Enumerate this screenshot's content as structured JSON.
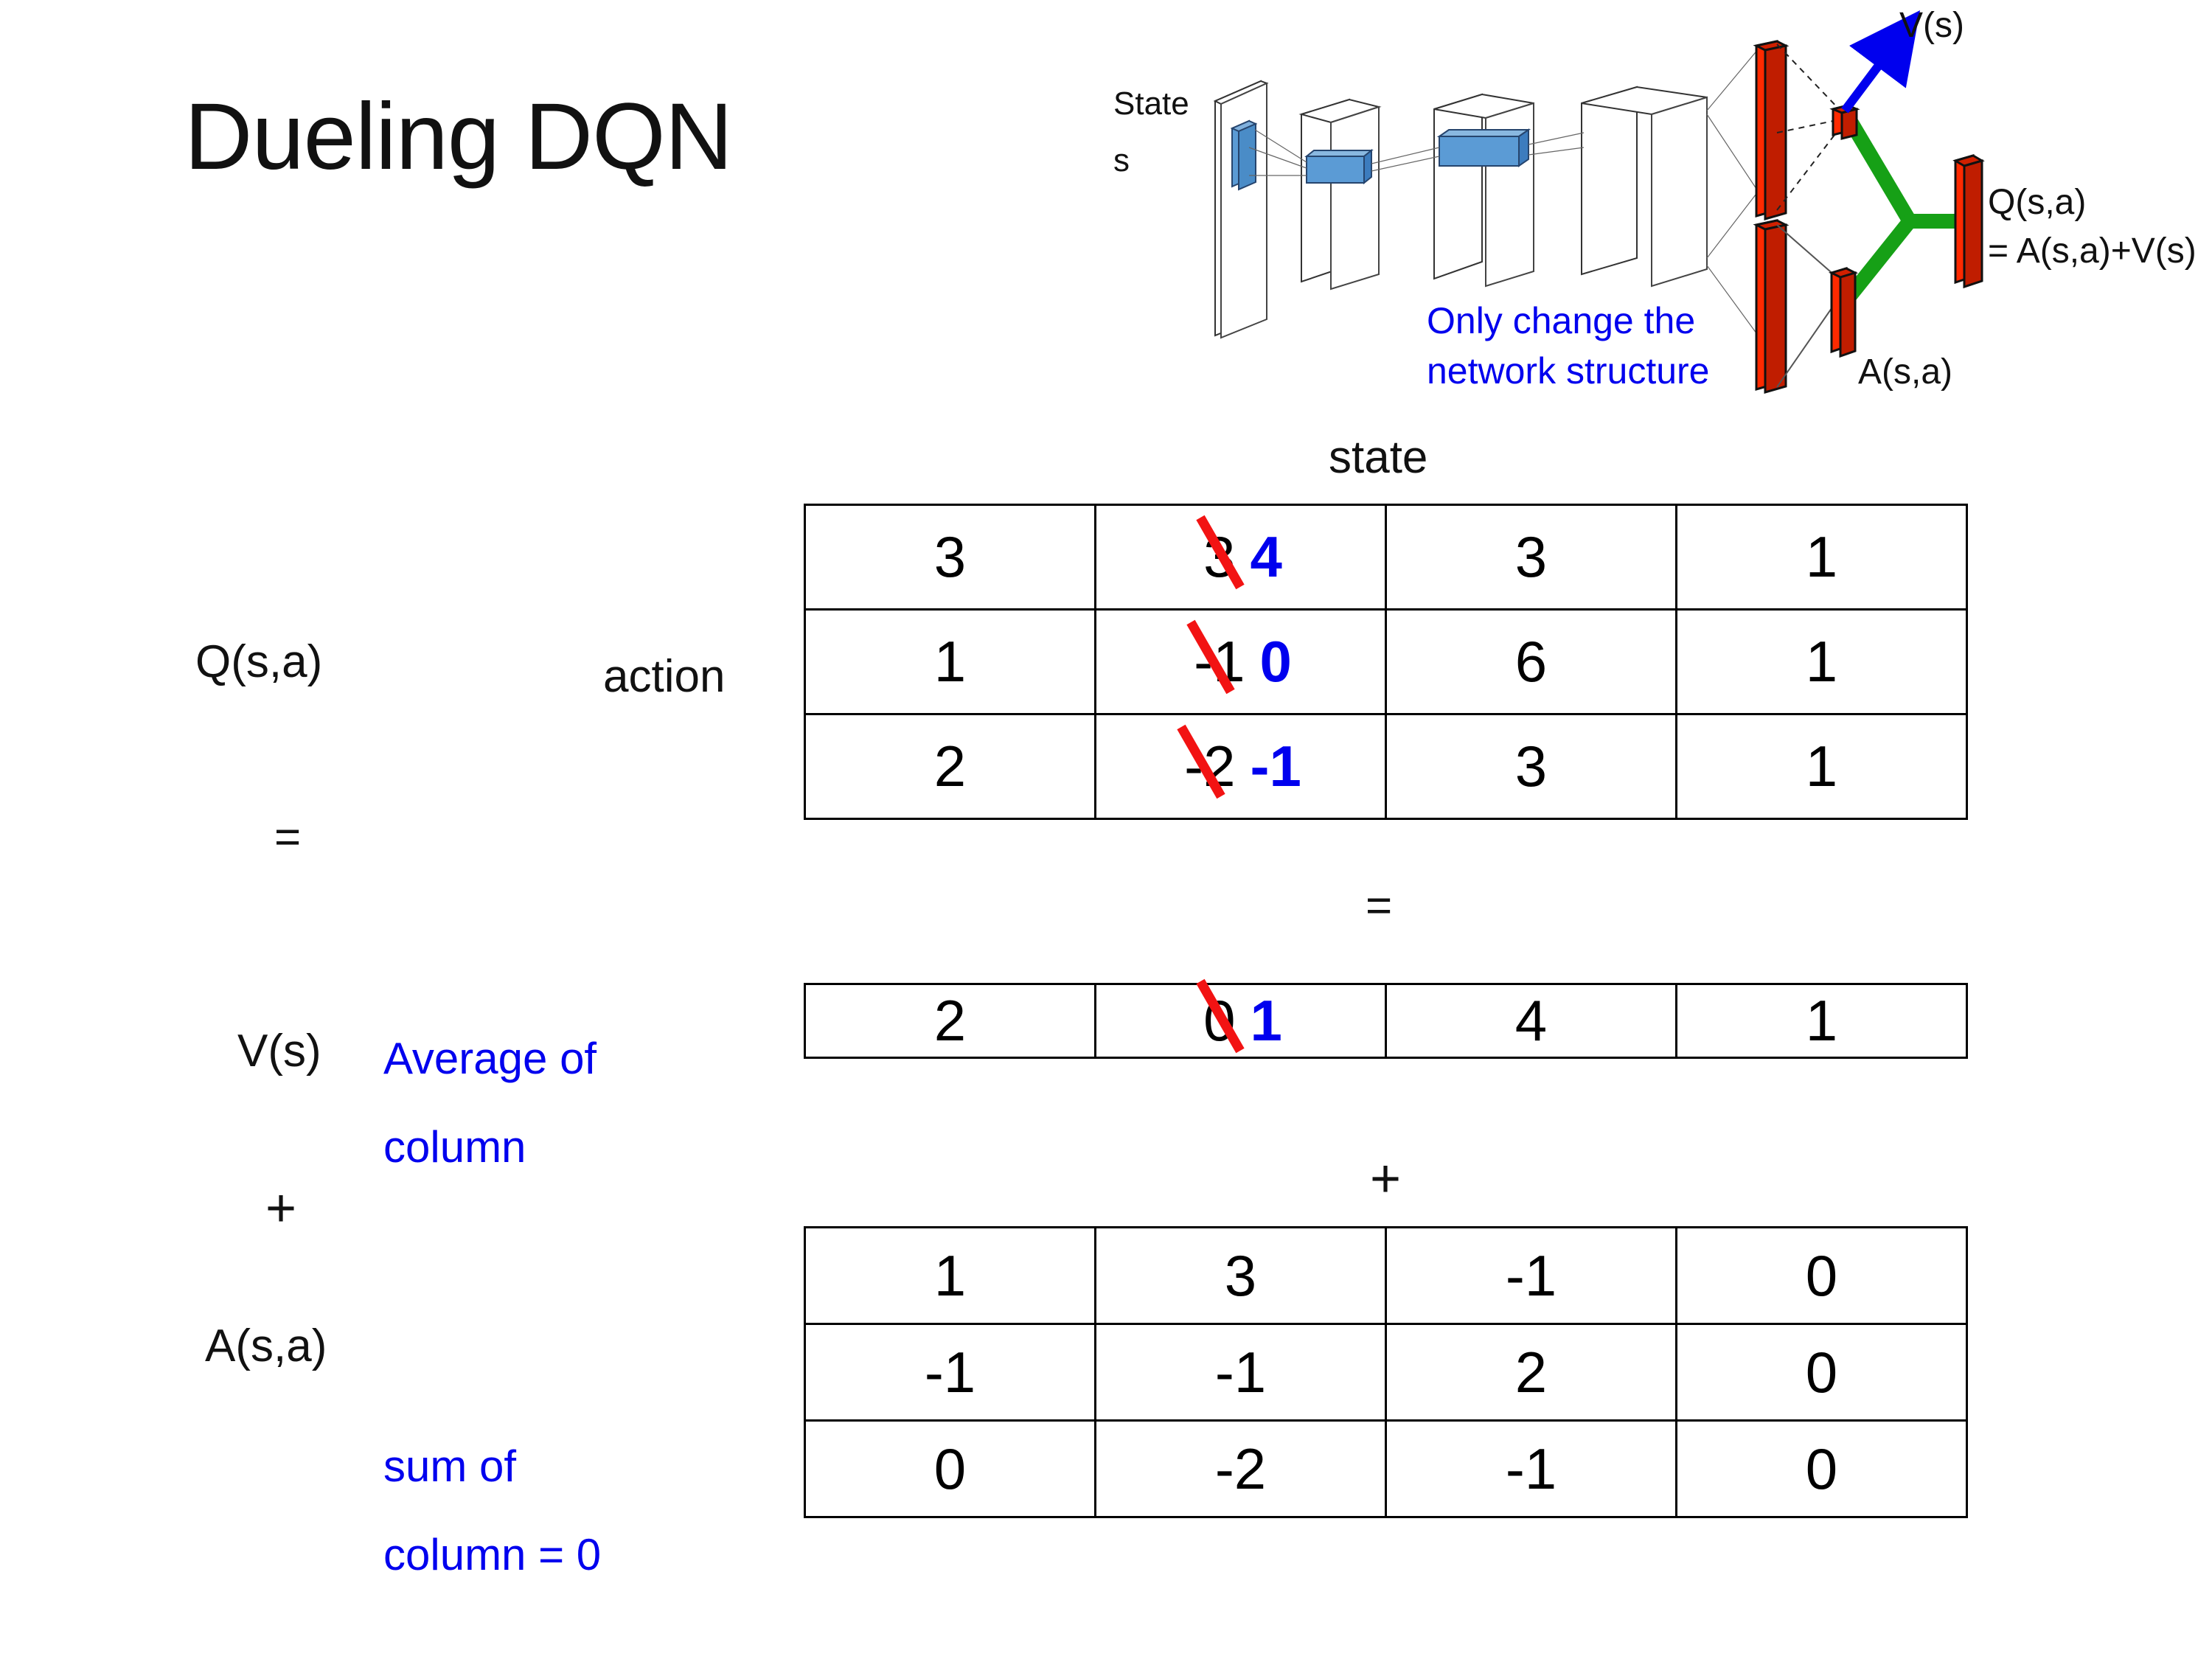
{
  "title": "Dueling DQN",
  "diagram": {
    "state_label_line1": "State",
    "state_label_line2": "s",
    "note_line1": "Only change the",
    "note_line2": "network structure",
    "v_label": "V(s)",
    "a_label": "A(s,a)",
    "q_label_line1": "Q(s,a)",
    "q_label_line2": "= A(s,a)+V(s)",
    "colors": {
      "note": "#0000EE",
      "arrow": "#0000EE",
      "bars": "#FF2A00",
      "merge": "#16A016",
      "conv": "#5B9BD5"
    }
  },
  "labels": {
    "state_axis": "state",
    "action_axis": "action",
    "q_label": "Q(s,a)",
    "equals_left": "=",
    "v_label": "V(s)",
    "plus_left": "+",
    "a_label": "A(s,a)",
    "note_v_line1": "Average of",
    "note_v_line2": "column",
    "note_a_line1": "sum of",
    "note_a_line2": "column = 0",
    "equals_mid": "=",
    "plus_mid": "+"
  },
  "colors": {
    "edit_new": "#0000EE",
    "strike": "#F21313",
    "text": "#000000"
  },
  "tables": {
    "q": {
      "name": "Q(s,a)",
      "rows": [
        [
          {
            "v": "3"
          },
          {
            "v": "3",
            "old": true,
            "new": "4"
          },
          {
            "v": "3"
          },
          {
            "v": "1"
          }
        ],
        [
          {
            "v": "1"
          },
          {
            "v": "-1",
            "old": true,
            "new": "0"
          },
          {
            "v": "6"
          },
          {
            "v": "1"
          }
        ],
        [
          {
            "v": "2"
          },
          {
            "v": "-2",
            "old": true,
            "new": "-1"
          },
          {
            "v": "3"
          },
          {
            "v": "1"
          }
        ]
      ]
    },
    "v": {
      "name": "V(s)",
      "rows": [
        [
          {
            "v": "2"
          },
          {
            "v": "0",
            "old": true,
            "new": "1"
          },
          {
            "v": "4"
          },
          {
            "v": "1"
          }
        ]
      ]
    },
    "a": {
      "name": "A(s,a)",
      "rows": [
        [
          {
            "v": "1"
          },
          {
            "v": "3"
          },
          {
            "v": "-1"
          },
          {
            "v": "0"
          }
        ],
        [
          {
            "v": "-1"
          },
          {
            "v": "-1"
          },
          {
            "v": "2"
          },
          {
            "v": "0"
          }
        ],
        [
          {
            "v": "0"
          },
          {
            "v": "-2"
          },
          {
            "v": "-1"
          },
          {
            "v": "0"
          }
        ]
      ]
    }
  }
}
